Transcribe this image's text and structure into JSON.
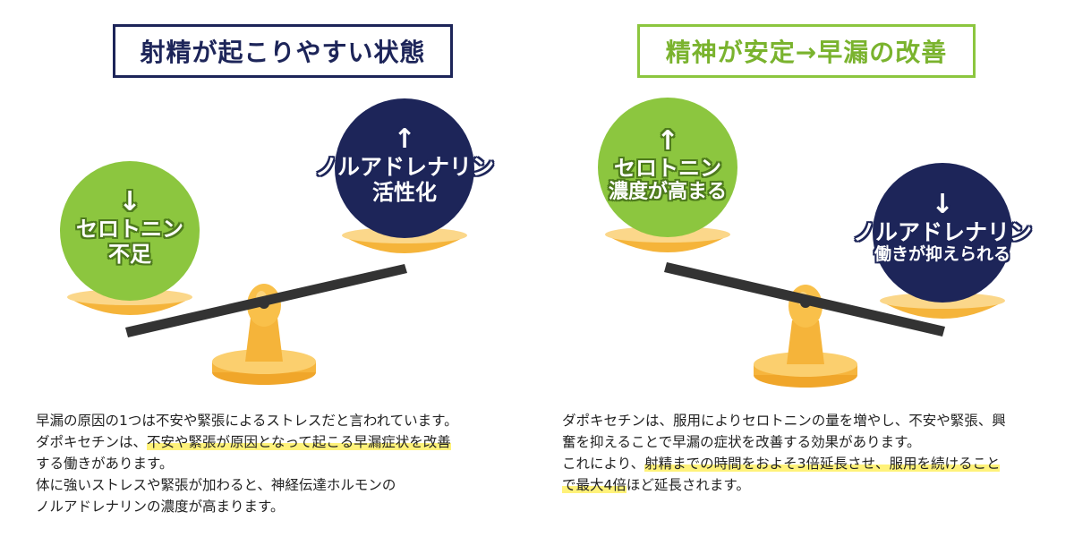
{
  "colors": {
    "navy": "#1d2559",
    "green": "#8cc63f",
    "gold": "#f9c04a",
    "beam": "#333333",
    "highlight": "#fff27a"
  },
  "left_panel": {
    "title": "射精が起こりやすい状態",
    "ball_low": {
      "arrow": "↓",
      "line1": "セロトニン",
      "line2": "不足"
    },
    "ball_high": {
      "arrow": "↑",
      "line1": "ノルアドレナリン",
      "line2": "活性化"
    },
    "description": {
      "line1": "早漏の原因の1つは不安や緊張によるストレスだと言われています。",
      "line2_a": "ダポキセチンは、",
      "line2_b": "不安や緊張が原因となって起こる早漏症状を改善",
      "line3": "する働きがあります。",
      "line4": "体に強いストレスや緊張が加わると、神経伝達ホルモンの",
      "line5": "ノルアドレナリンの濃度が高まります。"
    }
  },
  "right_panel": {
    "title": "精神が安定→早漏の改善",
    "ball_high": {
      "arrow": "↑",
      "line1": "セロトニン",
      "line2": "濃度が高まる"
    },
    "ball_low": {
      "arrow": "↓",
      "line1": "ノルアドレナリン",
      "line2": "働きが抑えられる"
    },
    "description": {
      "line1": "ダポキセチンは、服用によりセロトニンの量を増やし、不安や緊張、興",
      "line2": "奮を抑えることで早漏の症状を改善する効果があります。",
      "line3_a": "これにより、",
      "line3_b": "射精までの時間をおよそ3倍延長させ、服用を続けること",
      "line4_a": "で最大4倍",
      "line4_b": "ほど延長されます。"
    }
  }
}
